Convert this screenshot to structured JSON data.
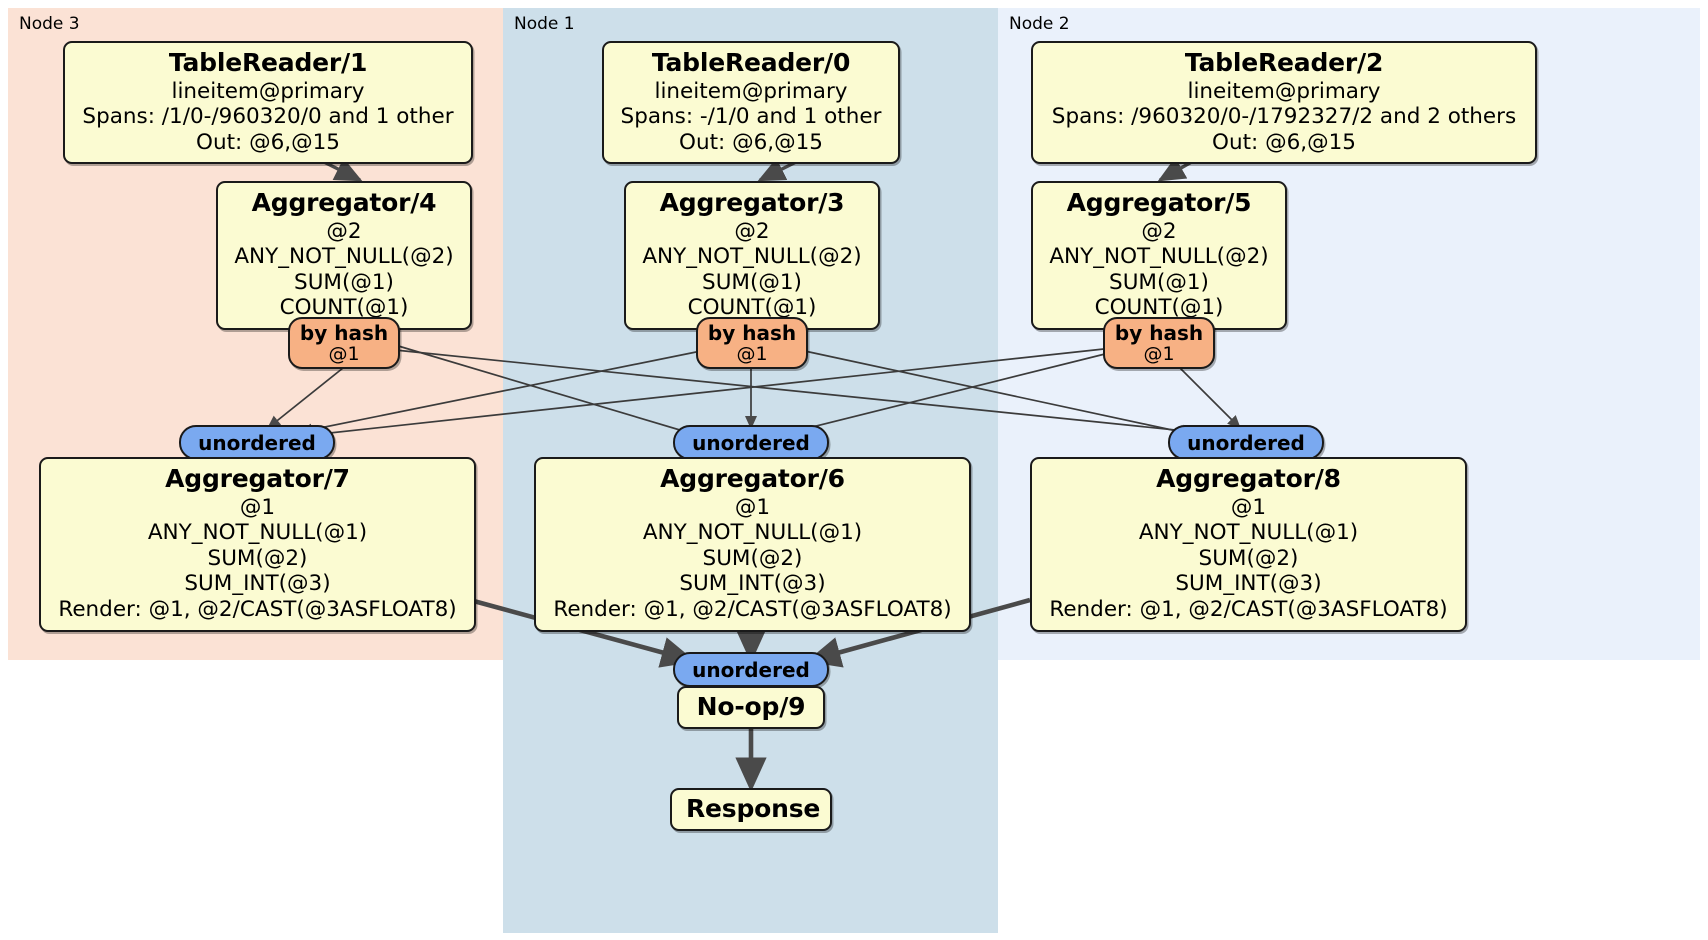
{
  "diagram": {
    "type": "distributed-query-plan",
    "colors": {
      "node3_bg": "#fbe2d5",
      "node1_bg": "#cddfea",
      "node2_bg": "#eaf1fb",
      "processor_bg": "#fbfbd2",
      "hash_router_bg": "#f7b184",
      "unordered_router_bg": "#7aa9f0",
      "edge": "#4a4a4a",
      "border": "#1a1a1a"
    }
  },
  "regions": [
    {
      "id": "node3",
      "label": "Node 3"
    },
    {
      "id": "node1",
      "label": "Node 1"
    },
    {
      "id": "node2",
      "label": "Node 2"
    }
  ],
  "processors": {
    "tablereader1": {
      "title": "TableReader/1",
      "lines": [
        "lineitem@primary",
        "Spans: /1/0-/960320/0 and 1 other",
        "Out: @6,@15"
      ]
    },
    "tablereader0": {
      "title": "TableReader/0",
      "lines": [
        "lineitem@primary",
        "Spans: -/1/0 and 1 other",
        "Out: @6,@15"
      ]
    },
    "tablereader2": {
      "title": "TableReader/2",
      "lines": [
        "lineitem@primary",
        "Spans: /960320/0-/1792327/2 and 2 others",
        "Out: @6,@15"
      ]
    },
    "aggregator4": {
      "title": "Aggregator/4",
      "lines": [
        "@2",
        "ANY_NOT_NULL(@2)",
        "SUM(@1)",
        "COUNT(@1)"
      ]
    },
    "aggregator3": {
      "title": "Aggregator/3",
      "lines": [
        "@2",
        "ANY_NOT_NULL(@2)",
        "SUM(@1)",
        "COUNT(@1)"
      ]
    },
    "aggregator5": {
      "title": "Aggregator/5",
      "lines": [
        "@2",
        "ANY_NOT_NULL(@2)",
        "SUM(@1)",
        "COUNT(@1)"
      ]
    },
    "aggregator7": {
      "title": "Aggregator/7",
      "lines": [
        "@1",
        "ANY_NOT_NULL(@1)",
        "SUM(@2)",
        "SUM_INT(@3)",
        "Render: @1, @2/CAST(@3ASFLOAT8)"
      ]
    },
    "aggregator6": {
      "title": "Aggregator/6",
      "lines": [
        "@1",
        "ANY_NOT_NULL(@1)",
        "SUM(@2)",
        "SUM_INT(@3)",
        "Render: @1, @2/CAST(@3ASFLOAT8)"
      ]
    },
    "aggregator8": {
      "title": "Aggregator/8",
      "lines": [
        "@1",
        "ANY_NOT_NULL(@1)",
        "SUM(@2)",
        "SUM_INT(@3)",
        "Render: @1, @2/CAST(@3ASFLOAT8)"
      ]
    },
    "noop9": {
      "title": "No-op/9",
      "lines": []
    },
    "response": {
      "title": "Response",
      "lines": []
    }
  },
  "routers": {
    "hash_left": {
      "title": "by hash",
      "sub": "@1"
    },
    "hash_mid": {
      "title": "by hash",
      "sub": "@1"
    },
    "hash_right": {
      "title": "by hash",
      "sub": "@1"
    },
    "unord_left": {
      "title": "unordered",
      "sub": ""
    },
    "unord_mid": {
      "title": "unordered",
      "sub": ""
    },
    "unord_right": {
      "title": "unordered",
      "sub": ""
    },
    "unord_final": {
      "title": "unordered",
      "sub": ""
    }
  }
}
